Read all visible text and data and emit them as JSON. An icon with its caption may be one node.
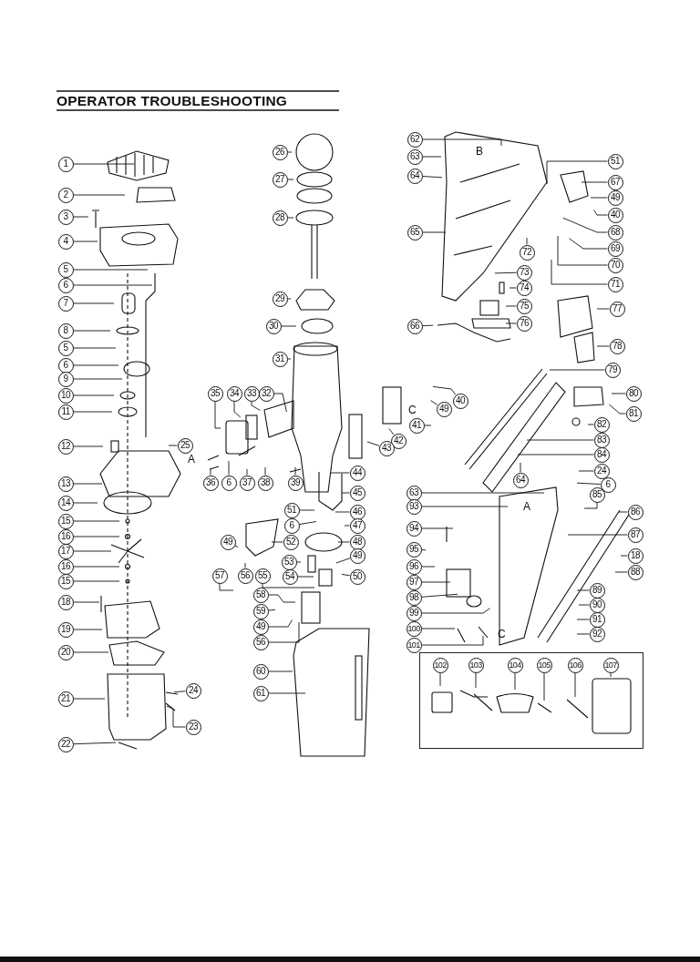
{
  "diagram": {
    "title": "OPERATOR TROUBLESHOOTING",
    "nodes": [
      {
        "text": [
          "1"
        ]
      },
      {
        "text": [
          "2"
        ]
      },
      {
        "text": [
          "3"
        ]
      },
      {
        "text": [
          "4"
        ]
      },
      {
        "text": [
          "5"
        ]
      },
      {
        "text": [
          "6"
        ]
      },
      {
        "text": [
          "7"
        ]
      },
      {
        "text": [
          "8"
        ]
      },
      {
        "text": [
          "5"
        ]
      },
      {
        "text": [
          "6"
        ]
      },
      {
        "text": [
          "9"
        ]
      },
      {
        "text": [
          "10"
        ]
      },
      {
        "text": [
          "11"
        ]
      },
      {
        "text": [
          "12"
        ]
      },
      {
        "text": [
          "25"
        ]
      },
      {
        "text": [
          "13"
        ]
      },
      {
        "text": [
          "14"
        ]
      },
      {
        "text": [
          "15"
        ]
      },
      {
        "text": [
          "16"
        ]
      },
      {
        "text": [
          "17"
        ]
      },
      {
        "text": [
          "16"
        ]
      },
      {
        "text": [
          "15"
        ]
      },
      {
        "text": [
          "18"
        ]
      },
      {
        "text": [
          "19"
        ]
      },
      {
        "text": [
          "20"
        ]
      },
      {
        "text": [
          "21"
        ]
      },
      {
        "text": [
          "24"
        ]
      },
      {
        "text": [
          "23"
        ]
      },
      {
        "text": [
          "22"
        ]
      },
      {
        "text": [
          "26"
        ]
      },
      {
        "text": [
          "27"
        ]
      },
      {
        "text": [
          "28"
        ]
      },
      {
        "text": [
          "29"
        ]
      },
      {
        "text": [
          "30"
        ]
      },
      {
        "text": [
          "31"
        ]
      },
      {
        "text": [
          "35"
        ]
      },
      {
        "text": [
          "34"
        ]
      },
      {
        "text": [
          "33"
        ]
      },
      {
        "text": [
          "32"
        ]
      },
      {
        "text": [
          "36"
        ]
      },
      {
        "text": [
          "6"
        ]
      },
      {
        "text": [
          "37"
        ]
      },
      {
        "text": [
          "38"
        ]
      },
      {
        "text": [
          "39"
        ]
      },
      {
        "text": [
          "44"
        ]
      },
      {
        "text": [
          "45"
        ]
      },
      {
        "text": [
          "51"
        ]
      },
      {
        "text": [
          "46"
        ]
      },
      {
        "text": [
          "6"
        ]
      },
      {
        "text": [
          "47"
        ]
      },
      {
        "text": [
          "48"
        ]
      },
      {
        "text": [
          "49"
        ]
      },
      {
        "text": [
          "52"
        ]
      },
      {
        "text": [
          "49"
        ]
      },
      {
        "text": [
          "53"
        ]
      },
      {
        "text": [
          "57"
        ]
      },
      {
        "text": [
          "56"
        ]
      },
      {
        "text": [
          "55"
        ]
      },
      {
        "text": [
          "54"
        ]
      },
      {
        "text": [
          "50"
        ]
      },
      {
        "text": [
          "58"
        ]
      },
      {
        "text": [
          "59"
        ]
      },
      {
        "text": [
          "49"
        ]
      },
      {
        "text": [
          "56"
        ]
      },
      {
        "text": [
          "60"
        ]
      },
      {
        "text": [
          "61"
        ]
      },
      {
        "text": [
          "40"
        ]
      },
      {
        "text": [
          "49"
        ]
      },
      {
        "text": [
          "41"
        ]
      },
      {
        "text": [
          "42"
        ]
      },
      {
        "text": [
          "43"
        ]
      },
      {
        "text": [
          "62"
        ]
      },
      {
        "text": [
          "63"
        ]
      },
      {
        "text": [
          "64"
        ]
      },
      {
        "text": [
          "65"
        ]
      },
      {
        "text": [
          "66"
        ]
      },
      {
        "text": [
          "51"
        ]
      },
      {
        "text": [
          "67"
        ]
      },
      {
        "text": [
          "49"
        ]
      },
      {
        "text": [
          "40"
        ]
      },
      {
        "text": [
          "68"
        ]
      },
      {
        "text": [
          "69"
        ]
      },
      {
        "text": [
          "70"
        ]
      },
      {
        "text": [
          "71"
        ]
      },
      {
        "text": [
          "72"
        ]
      },
      {
        "text": [
          "73"
        ]
      },
      {
        "text": [
          "74"
        ]
      },
      {
        "text": [
          "75"
        ]
      },
      {
        "text": [
          "76"
        ]
      },
      {
        "text": [
          "77"
        ]
      },
      {
        "text": [
          "78"
        ]
      },
      {
        "text": [
          "79"
        ]
      },
      {
        "text": [
          "80"
        ]
      },
      {
        "text": [
          "81"
        ]
      },
      {
        "text": [
          "82"
        ]
      },
      {
        "text": [
          "83"
        ]
      },
      {
        "text": [
          "84"
        ]
      },
      {
        "text": [
          "64"
        ]
      },
      {
        "text": [
          "24"
        ]
      },
      {
        "text": [
          "6"
        ]
      },
      {
        "text": [
          "85"
        ]
      },
      {
        "text": [
          "86"
        ]
      },
      {
        "text": [
          "87"
        ]
      },
      {
        "text": [
          "18"
        ]
      },
      {
        "text": [
          "88"
        ]
      },
      {
        "text": [
          "89"
        ]
      },
      {
        "text": [
          "90"
        ]
      },
      {
        "text": [
          "91"
        ]
      },
      {
        "text": [
          "92"
        ]
      },
      {
        "text": [
          "63"
        ]
      },
      {
        "text": [
          "93"
        ]
      },
      {
        "text": [
          "94"
        ]
      },
      {
        "text": [
          "95"
        ]
      },
      {
        "text": [
          "96"
        ]
      },
      {
        "text": [
          "97"
        ]
      },
      {
        "text": [
          "98"
        ]
      },
      {
        "text": [
          "99"
        ]
      },
      {
        "text": [
          "100"
        ]
      },
      {
        "text": [
          "101"
        ]
      },
      {
        "text": [],
        "shape": "box"
      },
      {
        "text": [
          "102"
        ],
        "in": 119
      },
      {
        "text": [
          "103"
        ],
        "in": 119
      },
      {
        "text": [
          "104"
        ],
        "in": 119
      },
      {
        "text": [
          "105"
        ],
        "in": 119
      },
      {
        "text": [
          "106"
        ],
        "in": 119
      },
      {
        "text": [
          "107"
        ],
        "in": 119
      }
    ],
    "edges": [
      {
        "from": 0,
        "to": null,
        "arrow": "none"
      },
      {
        "from": 1,
        "to": null,
        "arrow": "none"
      },
      {
        "from": 2,
        "to": null,
        "arrow": "none"
      },
      {
        "from": 3,
        "to": null,
        "arrow": "none"
      },
      {
        "from": 4,
        "to": null,
        "arrow": "none"
      },
      {
        "from": 5,
        "to": null,
        "arrow": "none"
      },
      {
        "from": 6,
        "to": null,
        "arrow": "none"
      },
      {
        "from": 7,
        "to": null,
        "arrow": "none"
      },
      {
        "from": 8,
        "to": null,
        "arrow": "none"
      },
      {
        "from": 9,
        "to": null,
        "arrow": "none"
      },
      {
        "from": 10,
        "to": null,
        "arrow": "none"
      },
      {
        "from": 11,
        "to": null,
        "arrow": "none"
      },
      {
        "from": 12,
        "to": null,
        "arrow": "none"
      },
      {
        "from": 13,
        "to": null,
        "arrow": "none"
      },
      {
        "from": 14,
        "to": null,
        "arrow": "none"
      },
      {
        "from": 15,
        "to": null,
        "arrow": "none"
      },
      {
        "from": 16,
        "to": null,
        "arrow": "none"
      },
      {
        "from": 17,
        "to": null,
        "arrow": "none"
      },
      {
        "from": 18,
        "to": null,
        "arrow": "none"
      },
      {
        "from": 19,
        "to": null,
        "arrow": "none"
      },
      {
        "from": 20,
        "to": null,
        "arrow": "none"
      },
      {
        "from": 21,
        "to": null,
        "arrow": "none"
      },
      {
        "from": 22,
        "to": null,
        "arrow": "none"
      },
      {
        "from": 23,
        "to": null,
        "arrow": "none"
      },
      {
        "from": 24,
        "to": null,
        "arrow": "none"
      },
      {
        "from": 25,
        "to": null,
        "arrow": "none"
      },
      {
        "from": 26,
        "to": null,
        "arrow": "none"
      },
      {
        "from": 27,
        "to": null,
        "arrow": "none"
      },
      {
        "from": 28,
        "to": null,
        "arrow": "none"
      },
      {
        "from": 29,
        "to": null,
        "arrow": "none"
      },
      {
        "from": 30,
        "to": null,
        "arrow": "none"
      },
      {
        "from": 31,
        "to": null,
        "arrow": "none"
      },
      {
        "from": 32,
        "to": null,
        "arrow": "none"
      },
      {
        "from": 33,
        "to": null,
        "arrow": "none"
      },
      {
        "from": 34,
        "to": null,
        "arrow": "none"
      },
      {
        "from": 35,
        "to": null,
        "arrow": "none"
      },
      {
        "from": 36,
        "to": null,
        "arrow": "none"
      },
      {
        "from": 37,
        "to": null,
        "arrow": "none"
      },
      {
        "from": 38,
        "to": null,
        "arrow": "none"
      },
      {
        "from": 39,
        "to": null,
        "arrow": "none"
      },
      {
        "from": 40,
        "to": null,
        "arrow": "none"
      },
      {
        "from": 41,
        "to": null,
        "arrow": "none"
      },
      {
        "from": 42,
        "to": null,
        "arrow": "none"
      },
      {
        "from": 43,
        "to": null,
        "arrow": "none"
      },
      {
        "from": 44,
        "to": null,
        "arrow": "none"
      },
      {
        "from": 45,
        "to": null,
        "arrow": "none"
      },
      {
        "from": 46,
        "to": null,
        "arrow": "none"
      },
      {
        "from": 47,
        "to": null,
        "arrow": "none"
      },
      {
        "from": 48,
        "to": null,
        "arrow": "none"
      },
      {
        "from": 49,
        "to": null,
        "arrow": "none"
      },
      {
        "from": 50,
        "to": null,
        "arrow": "none"
      },
      {
        "from": 51,
        "to": null,
        "arrow": "none"
      },
      {
        "from": 52,
        "to": null,
        "arrow": "none"
      },
      {
        "from": 53,
        "to": null,
        "arrow": "none"
      },
      {
        "from": 54,
        "to": null,
        "arrow": "none"
      },
      {
        "from": 55,
        "to": null,
        "arrow": "none"
      },
      {
        "from": 56,
        "to": null,
        "arrow": "none"
      },
      {
        "from": 57,
        "to": null,
        "arrow": "none"
      },
      {
        "from": 58,
        "to": null,
        "arrow": "none"
      },
      {
        "from": 59,
        "to": null,
        "arrow": "none"
      },
      {
        "from": 60,
        "to": null,
        "arrow": "none"
      },
      {
        "from": 61,
        "to": null,
        "arrow": "none"
      },
      {
        "from": 62,
        "to": null,
        "arrow": "none"
      },
      {
        "from": 63,
        "to": null,
        "arrow": "none"
      },
      {
        "from": 64,
        "to": null,
        "arrow": "none"
      },
      {
        "from": 65,
        "to": null,
        "arrow": "none"
      },
      {
        "from": 66,
        "to": null,
        "arrow": "none"
      },
      {
        "from": 67,
        "to": null,
        "arrow": "none"
      },
      {
        "from": 68,
        "to": null,
        "arrow": "none"
      },
      {
        "from": 69,
        "to": null,
        "arrow": "none"
      },
      {
        "from": 70,
        "to": null,
        "arrow": "none"
      },
      {
        "from": 71,
        "to": null,
        "arrow": "none"
      },
      {
        "from": 72,
        "to": null,
        "arrow": "none"
      },
      {
        "from": 73,
        "to": null,
        "arrow": "none"
      },
      {
        "from": 74,
        "to": null,
        "arrow": "none"
      },
      {
        "from": 75,
        "to": null,
        "arrow": "none"
      },
      {
        "from": 76,
        "to": null,
        "arrow": "none"
      },
      {
        "from": 77,
        "to": null,
        "arrow": "none"
      },
      {
        "from": 78,
        "to": null,
        "arrow": "none"
      },
      {
        "from": 79,
        "to": null,
        "arrow": "none"
      },
      {
        "from": 80,
        "to": null,
        "arrow": "none"
      },
      {
        "from": 81,
        "to": null,
        "arrow": "none"
      },
      {
        "from": 82,
        "to": null,
        "arrow": "none"
      },
      {
        "from": 83,
        "to": null,
        "arrow": "none"
      },
      {
        "from": 84,
        "to": null,
        "arrow": "none"
      },
      {
        "from": 85,
        "to": null,
        "arrow": "none"
      },
      {
        "from": 86,
        "to": null,
        "arrow": "none"
      },
      {
        "from": 87,
        "to": null,
        "arrow": "none"
      },
      {
        "from": 88,
        "to": null,
        "arrow": "none"
      },
      {
        "from": 89,
        "to": null,
        "arrow": "none"
      },
      {
        "from": 90,
        "to": null,
        "arrow": "none"
      },
      {
        "from": 91,
        "to": null,
        "arrow": "none"
      },
      {
        "from": 92,
        "to": null,
        "arrow": "none"
      },
      {
        "from": 93,
        "to": null,
        "arrow": "none"
      },
      {
        "from": 94,
        "to": null,
        "arrow": "none"
      },
      {
        "from": 95,
        "to": null,
        "arrow": "none"
      },
      {
        "from": 96,
        "to": null,
        "arrow": "none"
      },
      {
        "from": 97,
        "to": null,
        "arrow": "none"
      },
      {
        "from": 98,
        "to": null,
        "arrow": "none"
      },
      {
        "from": 99,
        "to": null,
        "arrow": "none"
      },
      {
        "from": 100,
        "to": null,
        "arrow": "none"
      },
      {
        "from": 101,
        "to": null,
        "arrow": "none"
      },
      {
        "from": 102,
        "to": null,
        "arrow": "none"
      },
      {
        "from": 103,
        "to": null,
        "arrow": "none"
      },
      {
        "from": 104,
        "to": null,
        "arrow": "none"
      },
      {
        "from": 105,
        "to": null,
        "arrow": "none"
      },
      {
        "from": 106,
        "to": null,
        "arrow": "none"
      },
      {
        "from": 107,
        "to": null,
        "arrow": "none"
      },
      {
        "from": 108,
        "to": null,
        "arrow": "none"
      },
      {
        "from": 109,
        "to": null,
        "arrow": "none"
      },
      {
        "from": 110,
        "to": null,
        "arrow": "none"
      },
      {
        "from": 111,
        "to": null,
        "arrow": "none"
      },
      {
        "from": 112,
        "to": null,
        "arrow": "none"
      },
      {
        "from": 113,
        "to": null,
        "arrow": "none"
      },
      {
        "from": 114,
        "to": null,
        "arrow": "none"
      },
      {
        "from": 115,
        "to": null,
        "arrow": "none"
      },
      {
        "from": 116,
        "to": null,
        "arrow": "none"
      },
      {
        "from": 117,
        "to": null,
        "arrow": "none"
      },
      {
        "from": 118,
        "to": null,
        "arrow": "none"
      },
      {
        "from": 120,
        "to": null,
        "arrow": "none"
      },
      {
        "from": 121,
        "to": null,
        "arrow": "none"
      },
      {
        "from": 122,
        "to": null,
        "arrow": "none"
      },
      {
        "from": 123,
        "to": null,
        "arrow": "none"
      },
      {
        "from": 124,
        "to": null,
        "arrow": "none"
      },
      {
        "from": 125,
        "to": null,
        "arrow": "none"
      }
    ],
    "labels": [
      "B",
      "C",
      "A",
      "A",
      "C"
    ]
  }
}
